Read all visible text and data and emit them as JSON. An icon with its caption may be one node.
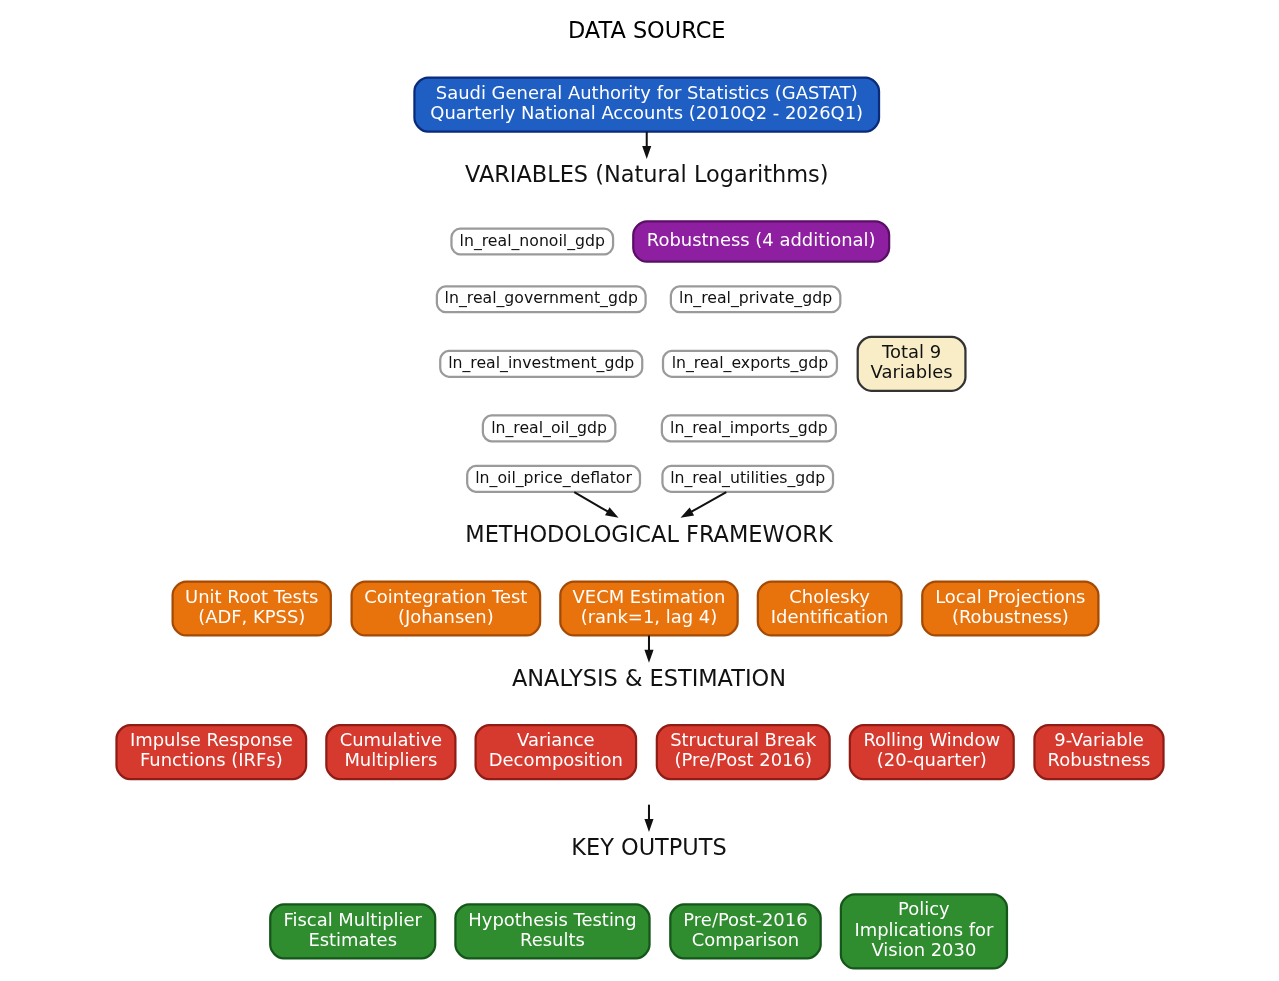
{
  "diagram": {
    "nodes": [
      {
        "text": [
          "Saudi General Authority for Statistics (GASTAT) Quarterly National Accounts (2010Q2 - 2026Q1)"
        ]
      },
      {
        "text": [
          "VARIABLES (Natural Logarithms)"
        ]
      },
      {
        "text": [
          "ln_real_nonoil_gdp"
        ]
      },
      {
        "text": [
          "ln_real_government_gdp"
        ]
      },
      {
        "text": [
          "ln_real_investment_gdp"
        ]
      },
      {
        "text": [
          "ln_real_oil_gdp"
        ]
      },
      {
        "text": [
          "ln_oil_price_deflator"
        ]
      },
      {
        "text": [
          "Robustness (4 additional)"
        ]
      },
      {
        "text": [
          "ln_real_private_gdp"
        ]
      },
      {
        "text": [
          "ln_real_exports_gdp"
        ]
      },
      {
        "text": [
          "ln_real_imports_gdp"
        ]
      },
      {
        "text": [
          "ln_real_utilities_gdp"
        ]
      },
      {
        "text": [
          "Total 9 Variables"
        ]
      },
      {
        "text": [
          "METHODOLOGICAL FRAMEWORK"
        ]
      },
      {
        "text": [
          "Unit Root Tests (ADF, KPSS)"
        ]
      },
      {
        "text": [
          "Cointegration Test (Johansen)"
        ]
      },
      {
        "text": [
          "VECM Estimation (rank=1, lag 4)"
        ]
      },
      {
        "text": [
          "Cholesky Identification"
        ]
      },
      {
        "text": [
          "Local Projections (Robustness)"
        ]
      },
      {
        "text": [
          "ANALYSIS & ESTIMATION"
        ]
      },
      {
        "text": [
          "Impulse Response Functions (IRFs)"
        ]
      },
      {
        "text": [
          "Cumulative Multipliers"
        ]
      },
      {
        "text": [
          "Variance Decomposition"
        ]
      },
      {
        "text": [
          "Structural Break (Pre/Post 2016)"
        ]
      },
      {
        "text": [
          "Rolling Window (20-quarter)"
        ]
      },
      {
        "text": [
          "9-Variable Robustness"
        ]
      },
      {
        "text": [
          "KEY OUTPUTS"
        ]
      },
      {
        "text": [
          "Fiscal Multiplier Estimates"
        ]
      },
      {
        "text": [
          "Hypothesis Testing Results"
        ]
      },
      {
        "text": [
          "Pre/Post-2016 Comparison"
        ]
      },
      {
        "text": [
          "Policy Implications for Vision 2030"
        ]
      }
    ],
    "edges": [
      {
        "from": 0,
        "to": 1,
        "arrow": "to"
      },
      {
        "from": 6,
        "to": 13,
        "arrow": "to"
      },
      {
        "from": 11,
        "to": 13,
        "arrow": "to"
      },
      {
        "from": 16,
        "to": 19,
        "arrow": "to"
      },
      {
        "from": null,
        "to": 26,
        "arrow": "to"
      }
    ],
    "labels": [
      "DATA SOURCE"
    ]
  }
}
